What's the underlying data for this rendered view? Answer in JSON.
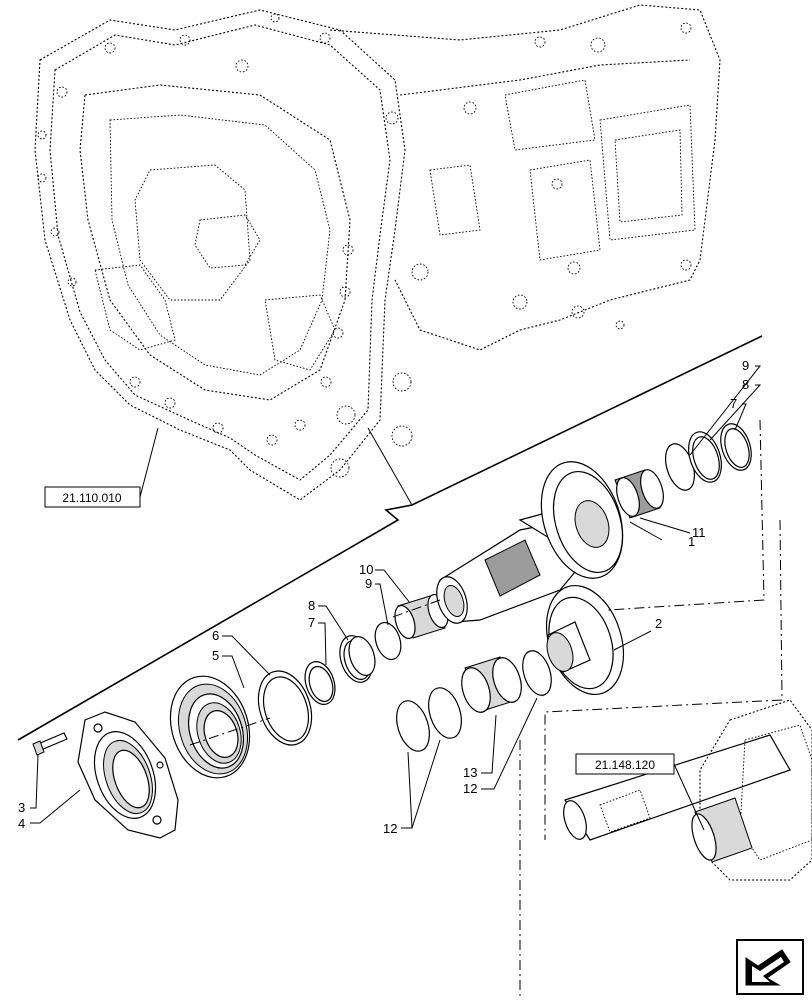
{
  "references": {
    "housing": "21.110.010",
    "shaft": "21.148.120"
  },
  "callouts": {
    "c1": "1",
    "c2": "2",
    "c3": "3",
    "c4": "4",
    "c5": "5",
    "c6": "6",
    "c7_left": "7",
    "c7_right": "7",
    "c8_left": "8",
    "c8_right": "8",
    "c9_left": "9",
    "c9_right": "9",
    "c10": "10",
    "c11": "11",
    "c12_pair": "12",
    "c12_single": "12",
    "c13": "13"
  },
  "icons": {
    "navigation": "next-page-arrow-icon"
  },
  "colors": {
    "line": "#000000",
    "background": "#ffffff",
    "shade": "#d9d9d9",
    "dark_shade": "#9c9c9c"
  }
}
